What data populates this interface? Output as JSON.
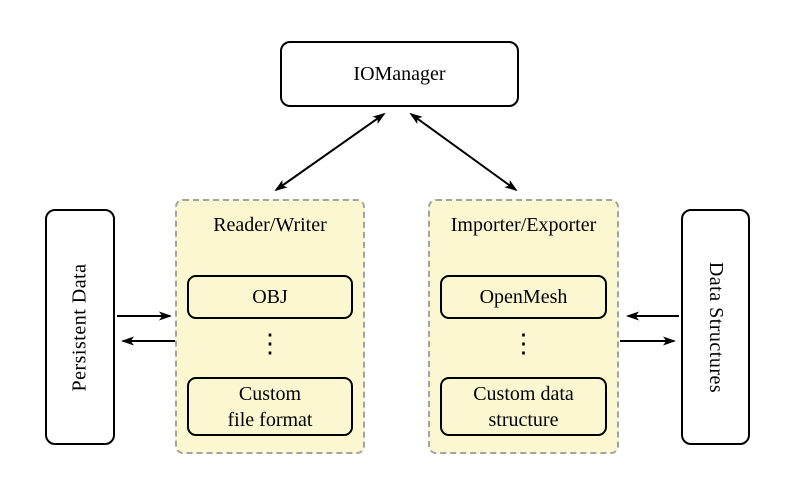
{
  "diagram": {
    "nodes": {
      "iomanager": {
        "label": "IOManager"
      },
      "persistent_data": {
        "label": "Persistent Data"
      },
      "data_structures": {
        "label": "Data Structures"
      },
      "reader_writer": {
        "title": "Reader/Writer",
        "items": [
          {
            "label": "OBJ"
          },
          {
            "label": "⋮"
          },
          {
            "label": "Custom\nfile format"
          }
        ]
      },
      "importer_exporter": {
        "title": "Importer/Exporter",
        "items": [
          {
            "label": "OpenMesh"
          },
          {
            "label": "⋮"
          },
          {
            "label": "Custom data\nstructure"
          }
        ]
      }
    },
    "arrows": [
      {
        "name": "iomanager-readerwriter",
        "type": "double-headed"
      },
      {
        "name": "iomanager-importerexporter",
        "type": "double-headed"
      },
      {
        "name": "persistentdata-to-readerwriter",
        "type": "single"
      },
      {
        "name": "readerwriter-to-persistentdata",
        "type": "single"
      },
      {
        "name": "datastructures-to-importerexporter",
        "type": "single"
      },
      {
        "name": "importerexporter-to-datastructures",
        "type": "single"
      }
    ],
    "colors": {
      "background": "#ffffff",
      "panel_fill": "#fbf8d1",
      "panel_border": "#a3a3a3",
      "node_fill": "#ffffff",
      "line": "#000000"
    }
  }
}
